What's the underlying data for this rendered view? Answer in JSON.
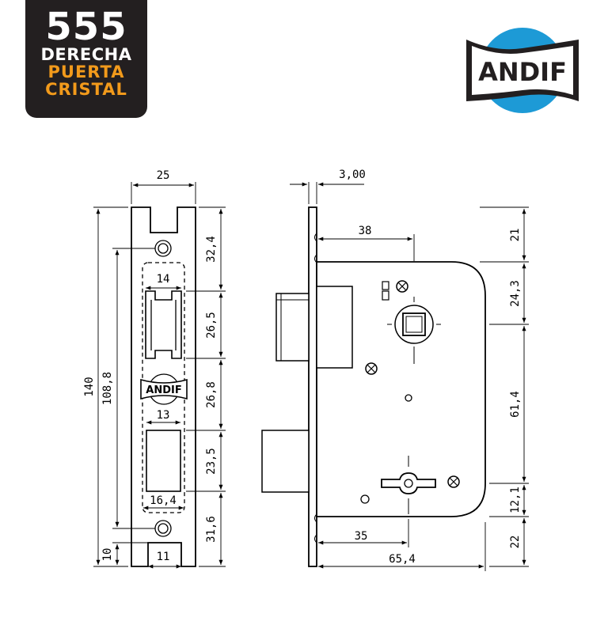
{
  "badge": {
    "model": "555",
    "side": "DERECHA",
    "door_line1": "PUERTA",
    "door_line2": "CRISTAL"
  },
  "brand": {
    "name": "ANDIF",
    "faceplate_logo": "ANDIF",
    "circle_color": "#1d9ad6",
    "banner_color": "#231f20"
  },
  "colors": {
    "badge_bg": "#231f20",
    "badge_accent": "#f29a1b",
    "line": "#000000"
  },
  "front_view": {
    "width_top": "25",
    "height_total": "140",
    "screw_span": "108,8",
    "bottom_offset": "10",
    "latch_window_width": "14",
    "deadbolt_window_width": "13",
    "deadbolt_inner_width": "16,4",
    "bottom_notch_width": "11",
    "seg_1": "32,4",
    "seg_2": "26,5",
    "seg_3": "26,8",
    "seg_4": "23,5",
    "seg_5": "31,6"
  },
  "side_view": {
    "faceplate_thickness": "3,00",
    "backset_top": "38",
    "backset_bottom": "35",
    "depth_total": "65,4",
    "right_1": "21",
    "right_2": "24,3",
    "right_3": "61,4",
    "right_4": "12,1",
    "right_5": "22"
  }
}
